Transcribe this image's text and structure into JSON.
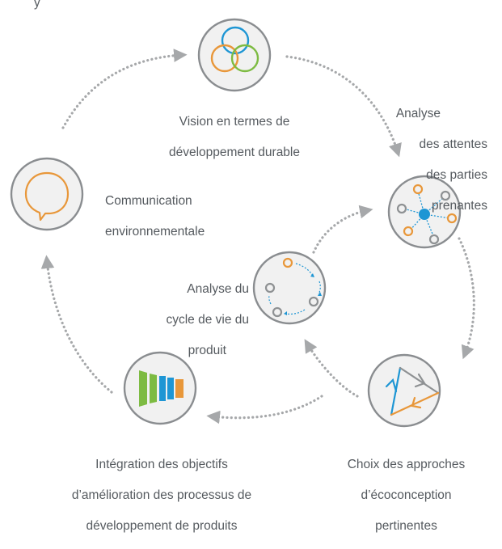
{
  "header": {
    "fragment": "y"
  },
  "nodes": [
    {
      "id": "vision",
      "label_lines": [
        "Vision en termes de",
        "développement durable"
      ]
    },
    {
      "id": "stakeholders",
      "label_lines": [
        "Analyse",
        "des attentes",
        "des parties",
        "prenantes"
      ]
    },
    {
      "id": "approaches",
      "label_lines": [
        "Choix des approches",
        "d’écoconception",
        "pertinentes"
      ]
    },
    {
      "id": "lifecycle",
      "label_lines": [
        "Analyse du",
        "cycle de vie du",
        "produit"
      ]
    },
    {
      "id": "integration",
      "label_lines": [
        "Intégration des objectifs",
        "d’amélioration des processus de",
        "développement de produits"
      ]
    },
    {
      "id": "communication",
      "label_lines": [
        "Communication",
        "environnementale"
      ]
    }
  ],
  "icons": {
    "vision": "three-overlapping-circles-icon",
    "stakeholders": "stakeholder-network-icon",
    "approaches": "eco-design-arrows-icon",
    "lifecycle": "lifecycle-loop-icon",
    "integration": "process-funnel-icon",
    "communication": "speech-bubble-icon"
  },
  "colors": {
    "circle_stroke": "#8a8d90",
    "circle_fill": "#f1f1f1",
    "arrow": "#a6a8aa",
    "blue": "#1e96d4",
    "orange": "#e8973a",
    "green": "#7dbb42",
    "gray_dot": "#8e9193",
    "text": "#555a5f"
  }
}
